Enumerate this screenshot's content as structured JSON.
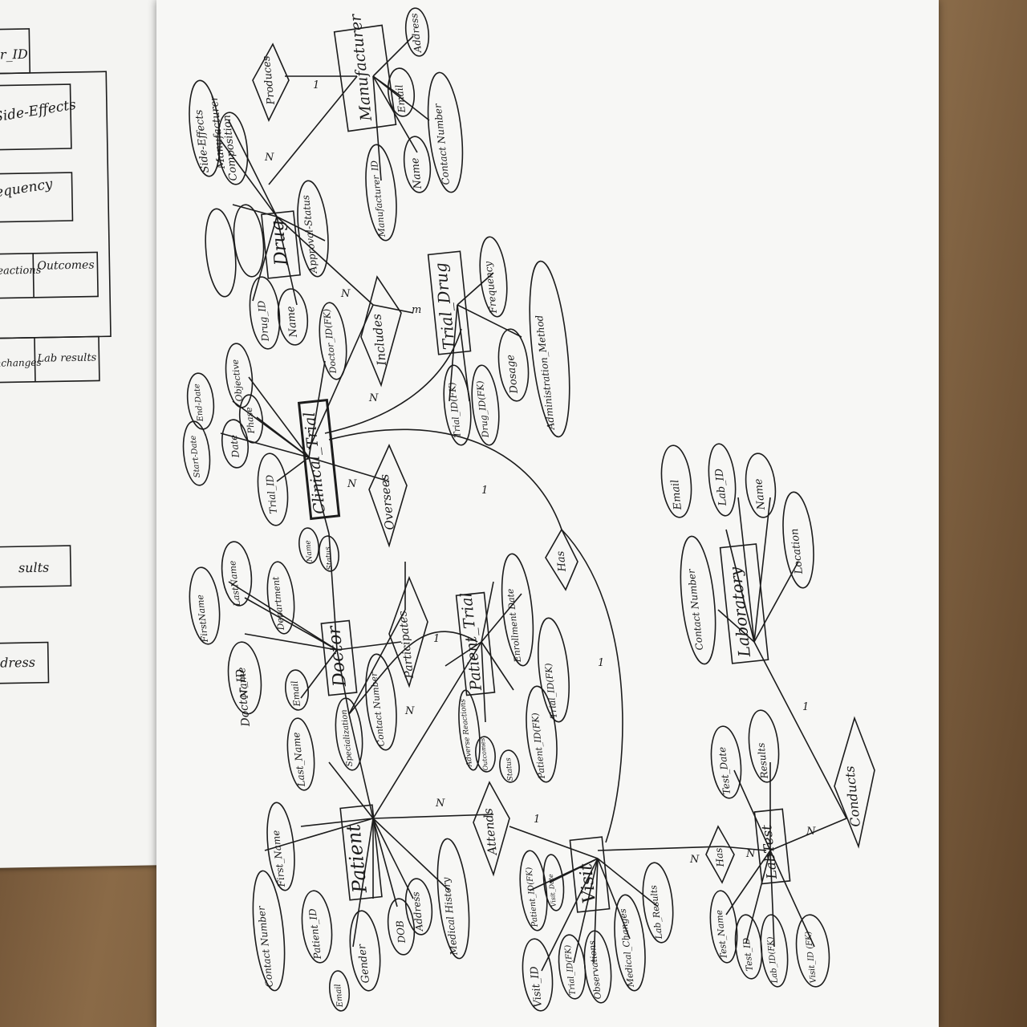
{
  "left_sheet": {
    "fragments": [
      "tor_ID",
      "Side-Effects",
      "requency",
      "Reactions",
      "Outcomes",
      "ionchanges",
      "Lab results",
      "sults",
      "ldress"
    ]
  },
  "entities": {
    "drug": "Drug",
    "manufacturer": "Manufacturer",
    "trial_drug": "Trial_Drug",
    "clinical_trial": "Clinical_Trial",
    "doctor": "Doctor",
    "patient_trial": "Patient_Trial",
    "patient": "Patient",
    "visit": "Visit",
    "lab_test": "LabTest",
    "laboratory": "Laboratory"
  },
  "relationships": {
    "produces": "Produces",
    "includes": "Includes",
    "oversees": "Oversees",
    "participates": "Participates",
    "has_trial_visit": "Has",
    "attends": "Attends",
    "has_visit_labtest": "Has",
    "conducts": "Conducts"
  },
  "attributes": {
    "drug": [
      "Manufacturer",
      "Composition",
      "Side-Effects",
      "Drug_ID",
      "Name",
      "Approval-Status"
    ],
    "manufacturer": [
      "Address",
      "Email",
      "Contact Number",
      "Name",
      "Manufacturer_ID"
    ],
    "trial_drug": [
      "Frequency",
      "Administration_Method",
      "Dosage",
      "Drug_ID(FK)",
      "Trial_ID(FK)"
    ],
    "clinical_trial": [
      "End-Date",
      "Objective",
      "Start-Date",
      "Date",
      "Phase",
      "Doctor_ID(FK)",
      "Trial_ID",
      "Name",
      "Status"
    ],
    "doctor": [
      "FirstName",
      "LastName",
      "Name",
      "Department",
      "Doctor_ID",
      "Email",
      "Specialization",
      "Contact Number"
    ],
    "patient_trial": [
      "Enrollment Date",
      "Trial_ID(FK)",
      "Patient_ID(FK)",
      "Status",
      "Outcomes",
      "Adverse Reactions"
    ],
    "patient": [
      "Last_Name",
      "First_Name",
      "Contact Number",
      "Patient_ID",
      "Email",
      "Gender",
      "DOB",
      "Address",
      "Medical History"
    ],
    "visit": [
      "Patient_ID(FK)",
      "Visit_Date",
      "Visit_ID",
      "Trial_ID(FK)",
      "Observations",
      "Medical_Changes",
      "Lab_Results"
    ],
    "lab_test": [
      "Test_Date",
      "Results",
      "Test_Name",
      "Test_ID",
      "Lab_ID(FK)",
      "Visit_ID (FK)"
    ],
    "laboratory": [
      "Email",
      "Lab_ID",
      "Name",
      "Location",
      "Contact Number"
    ]
  },
  "cardinalities": {
    "drug_produces": "N",
    "manufacturer_produces": "1",
    "drug_includes": "N",
    "trialdrug_includes": "m",
    "trial_includes": "N",
    "trial_oversees": "N",
    "trial_has": "1",
    "doctor_participates": "1",
    "doctor_n": "N",
    "patient_attends": "N",
    "visit_attends": "1",
    "visit_has": "1",
    "visit_n": "N",
    "labtest_n": "N",
    "labtest_conducts": "N",
    "lab_conducts": "1"
  }
}
